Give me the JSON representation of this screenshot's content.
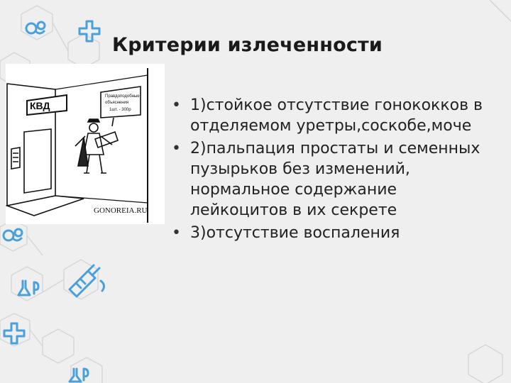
{
  "slide": {
    "title": "Критерии излеченности",
    "bullets": [
      "1)стойкое отсутствие гонококков в отделяемом уретры,соскобе,моче",
      "2)пальпация простаты и семенных пузырьков без изменений, нормальное содержание лейкоцитов в их секрете",
      "3)отсутствие воспаления"
    ],
    "bullet_symbol": "•"
  },
  "cartoon": {
    "sign_text": "КВД",
    "placard_lines": [
      "Правдоподобные",
      "объяснения",
      "1шт. - 300р"
    ],
    "watermark": "GONOREIA.RU"
  },
  "colors": {
    "background": "#efefef",
    "decor_icons": "#4aa0d8",
    "decor_hexagons": "#d6d6d6",
    "text": "#222222"
  },
  "decor": [
    "molecule-icon",
    "plus-icon",
    "flask-icon",
    "syringe-icon",
    "hexagon-pattern"
  ]
}
